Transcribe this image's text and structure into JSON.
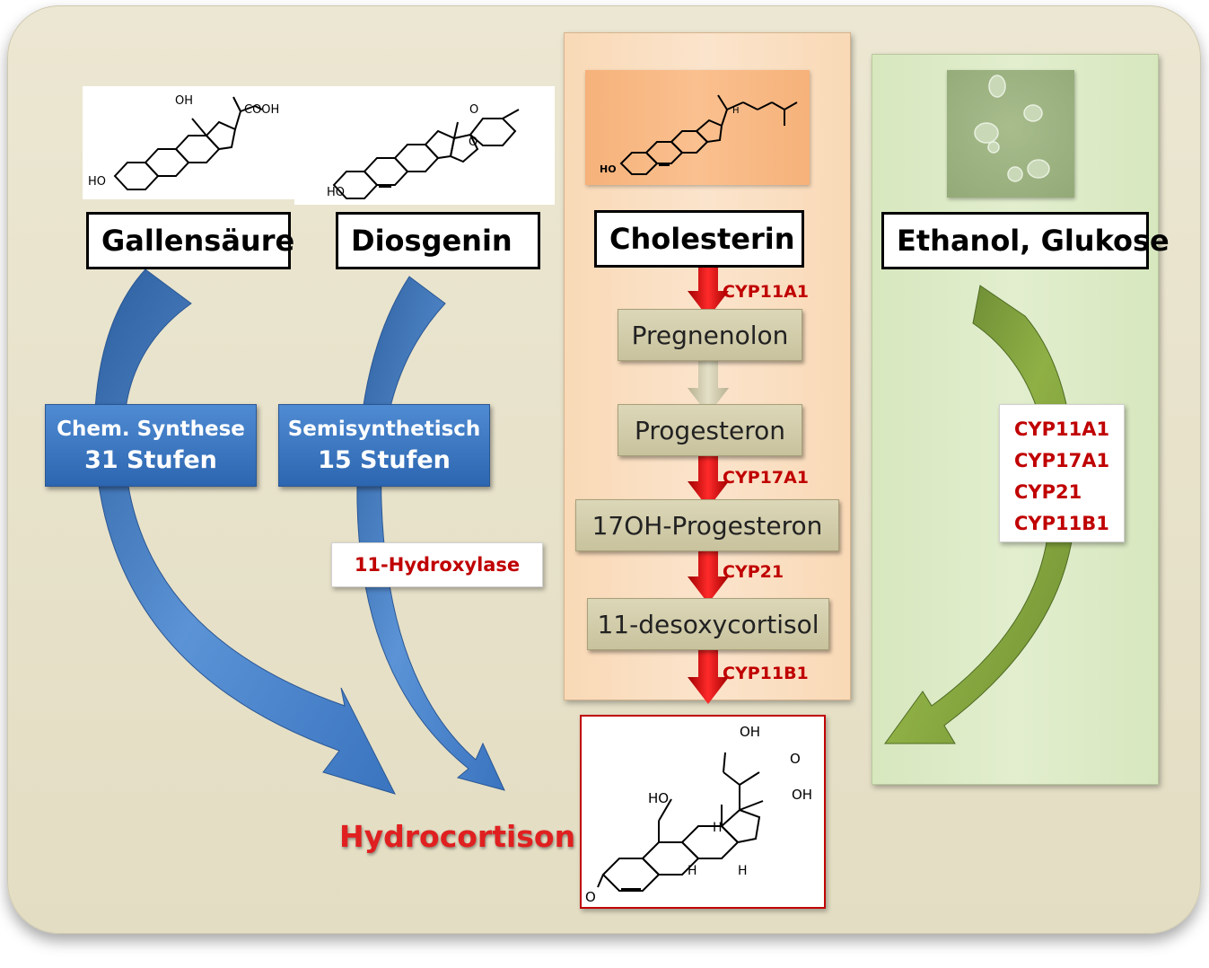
{
  "sources": {
    "bile": "Gallensäure",
    "diosgenin": "Diosgenin",
    "cholesterol": "Cholesterin",
    "yeast": "Ethanol, Glukose"
  },
  "pathway": {
    "steps": [
      "Pregnenolon",
      "Progesteron",
      "17OH-Progesteron",
      "11-desoxycortisol"
    ],
    "enzymes": [
      "CYP11A1",
      "CYP17A1",
      "CYP21",
      "CYP11B1"
    ]
  },
  "routes": {
    "chemical": {
      "line1": "Chem. Synthese",
      "line2": "31 Stufen"
    },
    "semi": {
      "line1": "Semisynthetisch",
      "line2": "15 Stufen"
    },
    "hydroxylase": "11-Hydroxylase"
  },
  "yeast_enzymes": [
    "CYP11A1",
    "CYP17A1",
    "CYP21",
    "CYP11B1"
  ],
  "product": "Hydrocortison",
  "structure_labels": {
    "bile_oh": "OH",
    "bile_cooh": "COOH",
    "bile_ho": "HO",
    "dios_ho": "HO",
    "dios_o1": "O",
    "dios_o2": "O",
    "chol_ho": "HO",
    "chol_h": "H",
    "hc_oh_top": "OH",
    "hc_o_keto": "O",
    "hc_ho": "HO",
    "hc_oh_17": "OH",
    "hc_h1": "H",
    "hc_h2": "H",
    "hc_h3": "H",
    "hc_o3": "O"
  },
  "colors": {
    "blue": "#3a74bf",
    "green": "#6f8f32",
    "red": "#c00000",
    "gold": "#c8c29d"
  }
}
